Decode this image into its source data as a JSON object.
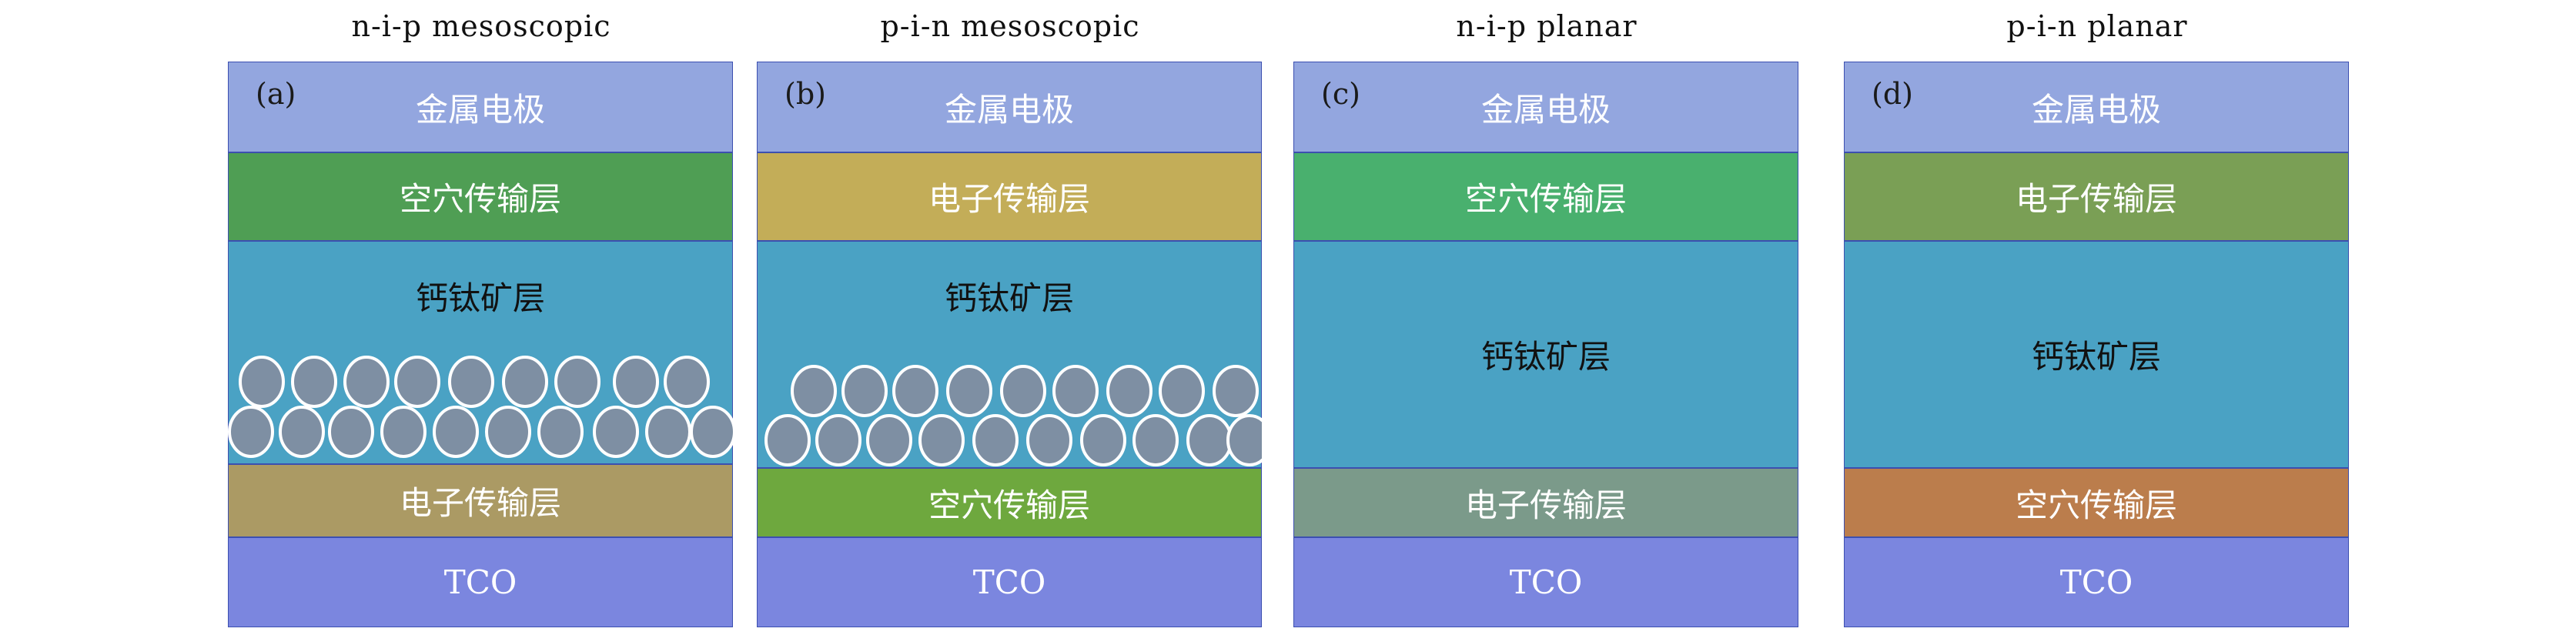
{
  "panels": [
    {
      "title": "n-i-p mesoscopic",
      "tag": "(a)",
      "layers": {
        "top": "金属电极",
        "transport_upper": "空穴传输层",
        "perovskite": "钙钛矿层",
        "transport_lower": "电子传输层",
        "substrate": "TCO"
      },
      "colors": {
        "top": "#93a6df",
        "upper": "#4f9e54",
        "perovskite": "#4aa2c4",
        "lower": "#ab9a64",
        "substrate": "#7b86df"
      }
    },
    {
      "title": "p-i-n mesoscopic",
      "tag": "(b)",
      "layers": {
        "top": "金属电极",
        "transport_upper": "电子传输层",
        "perovskite": "钙钛矿层",
        "transport_lower": "空穴传输层",
        "substrate": "TCO"
      },
      "colors": {
        "top": "#93a6df",
        "upper": "#c3ad58",
        "perovskite": "#4aa2c4",
        "lower": "#6ea83e",
        "substrate": "#7b86df"
      }
    },
    {
      "title": "n-i-p planar",
      "tag": "(c)",
      "layers": {
        "top": "金属电极",
        "transport_upper": "空穴传输层",
        "perovskite": "钙钛矿层",
        "transport_lower": "电子传输层",
        "substrate": "TCO"
      },
      "colors": {
        "top": "#93a6df",
        "upper": "#49b06e",
        "perovskite": "#4aa2c4",
        "lower": "#7b9a8a",
        "substrate": "#7b86df"
      }
    },
    {
      "title": "p-i-n planar",
      "tag": "(d)",
      "layers": {
        "top": "金属电极",
        "transport_upper": "电子传输层",
        "perovskite": "钙钛矿层",
        "transport_lower": "空穴传输层",
        "substrate": "TCO"
      },
      "colors": {
        "top": "#93a6df",
        "upper": "#7a9f55",
        "perovskite": "#4aa2c4",
        "lower": "#bb7d4c",
        "substrate": "#7b86df"
      }
    }
  ],
  "colors": {
    "particle_fill": "#7e8fa3",
    "particle_stroke": "#ffffff",
    "border": "#3c4fb0"
  }
}
